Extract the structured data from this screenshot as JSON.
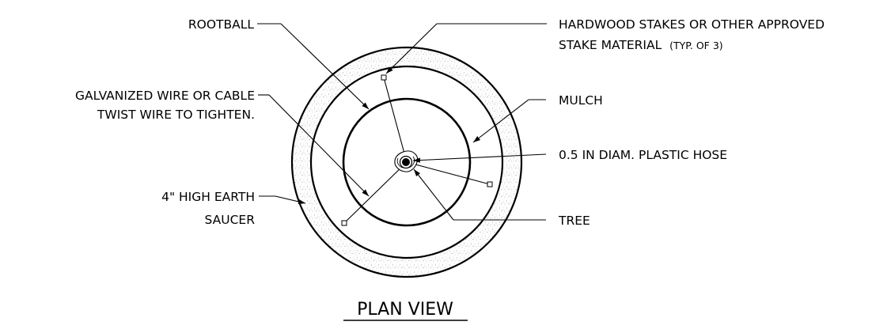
{
  "labels": {
    "rootball": "ROOTBALL",
    "stakes_line1": "HARDWOOD STAKES OR OTHER APPROVED",
    "stakes_line2": "STAKE MATERIAL",
    "stakes_note": "(TYP. OF 3)",
    "wire_line1": "GALVANIZED WIRE OR CABLE",
    "wire_line2": "TWIST WIRE TO TIGHTEN.",
    "mulch": "MULCH",
    "hose": "0.5 IN DIAM.  PLASTIC HOSE",
    "saucer_line1": "4\" HIGH EARTH",
    "saucer_line2": "SAUCER",
    "tree": "TREE"
  },
  "title": "PLAN VIEW"
}
